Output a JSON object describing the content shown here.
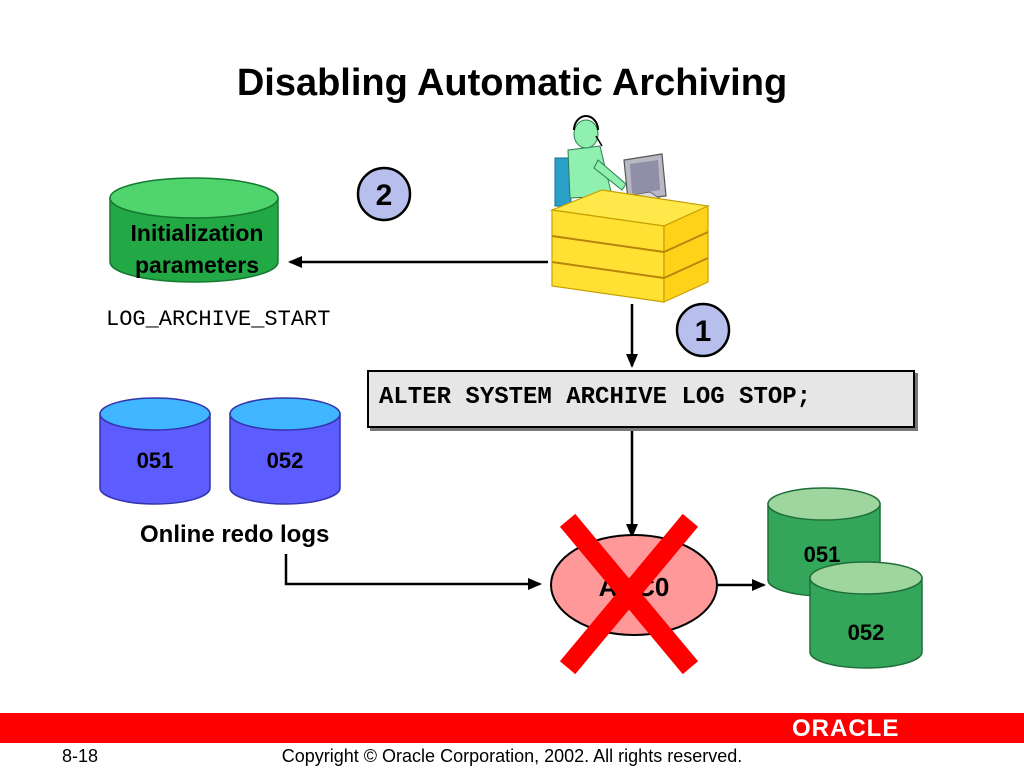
{
  "title": "Disabling Automatic Archiving",
  "init_params": {
    "line1": "Initialization",
    "line2": "parameters"
  },
  "param_name": "LOG_ARCHIVE_START",
  "command": "ALTER SYSTEM ARCHIVE LOG STOP;",
  "steps": {
    "one": "1",
    "two": "2"
  },
  "online_logs": {
    "label": "Online redo logs",
    "log1": "051",
    "log2": "052"
  },
  "archiver": {
    "label": "ARC0"
  },
  "archived_logs": {
    "log1": "051",
    "log2": "052"
  },
  "footer": {
    "slide_number": "8-18",
    "copyright": "Copyright © Oracle Corporation, 2002. All rights reserved.",
    "logo": "ORACLE"
  },
  "colors": {
    "init_db": "#22b24c",
    "online_logs": "#6666ff",
    "archived_logs": "#33a65a",
    "arch": "#ff9999",
    "cross": "#ff0000",
    "brand": "#ff0000"
  }
}
